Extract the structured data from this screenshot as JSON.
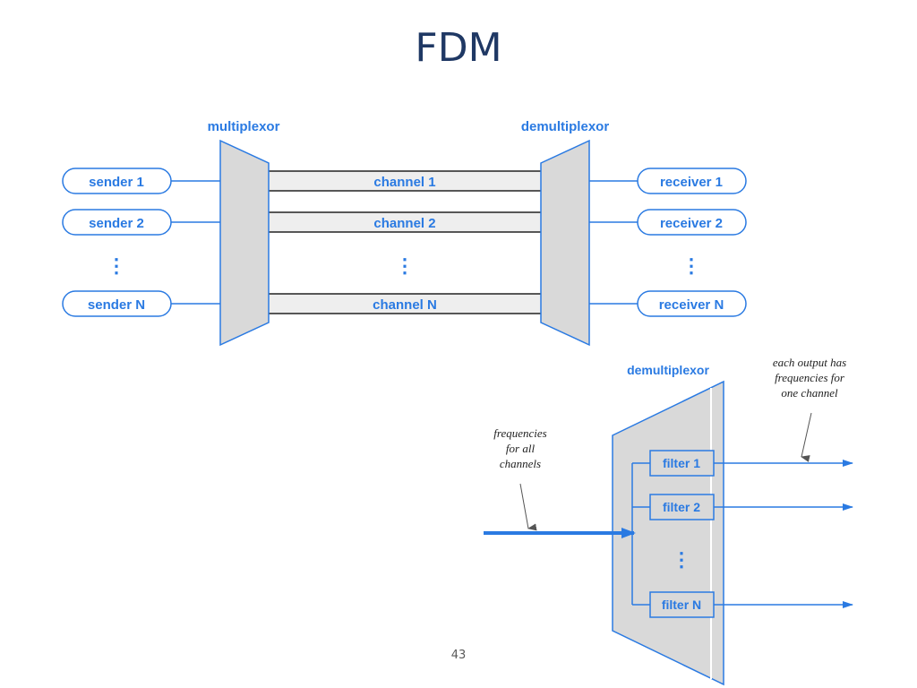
{
  "slide": {
    "title": "FDM",
    "page_number": "43"
  },
  "top_diagram": {
    "multiplexor_label": "multiplexor",
    "demultiplexor_label": "demultiplexor",
    "senders": [
      "sender 1",
      "sender 2",
      "sender N"
    ],
    "channels": [
      "channel 1",
      "channel 2",
      "channel N"
    ],
    "receivers": [
      "receiver 1",
      "receiver 2",
      "receiver N"
    ],
    "ellipsis": "⋮"
  },
  "bottom_diagram": {
    "demultiplexor_label": "demultiplexor",
    "input_note": [
      "frequencies",
      "for all",
      "channels"
    ],
    "output_note": [
      "each output has",
      "frequencies for",
      "one channel"
    ],
    "filters": [
      "filter 1",
      "filter 2",
      "filter N"
    ],
    "ellipsis": "⋮"
  },
  "colors": {
    "accent_blue": "#2a7ae2",
    "mux_fill": "#d9d9d9",
    "channel_fill": "#eeeeee",
    "title_color": "#1f3864"
  }
}
